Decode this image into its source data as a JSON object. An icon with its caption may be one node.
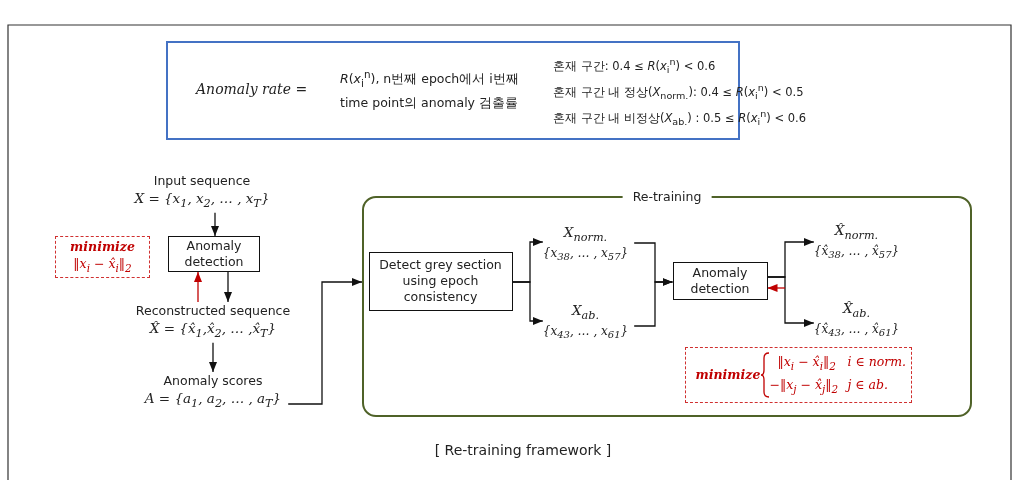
{
  "diagram": {
    "caption": "[ Re-training framework ]",
    "nodes": [
      {
        "text": [
          "Anomaly rate =",
          "*R*(*x*$_{i}$$^{n}$), n번째 epoch에서 i번째 time point의 anomaly 검출률",
          "혼재 구간: 0.4 ≤ *R*(*x*$_{i}$$^{n}$) < 0.6",
          "혼재 구간 내 정상(*X*$_{norm.}$): 0.4 ≤ *R*(*x*$_{i}$$^{n}$) < 0.5",
          "혼재 구간 내 비정상(*X*$_{ab.}$) : 0.5 ≤ *R*(*x*$_{i}$$^{n}$) < 0.6"
        ]
      },
      {
        "text": [
          "Input sequence",
          "X = {x$_{1}$, x$_{2}$, … , x$_{T}$}"
        ]
      },
      {
        "text": [
          "Anomaly detection"
        ]
      },
      {
        "text": [
          "minimize",
          "‖x$_{i}$ − x̂$_{i}$‖$_{2}$"
        ]
      },
      {
        "text": [
          "Reconstructed sequence",
          "X̂ = {x̂$_{1}$,x̂$_{2}$, … ,x̂$_{T}$}"
        ]
      },
      {
        "text": [
          "Anomaly scores",
          "A = {a$_{1}$, a$_{2}$, … , a$_{T}$}"
        ]
      },
      {
        "text": [
          "Re-training"
        ]
      },
      {
        "text": [
          "Detect grey section using epoch consistency"
        ],
        "in": 6
      },
      {
        "text": [
          "X$_{norm.}$",
          "{x$_{38}$, … , x$_{57}$}"
        ],
        "in": 6
      },
      {
        "text": [
          "X$_{ab.}$",
          "{x$_{43}$, … , x$_{61}$}"
        ],
        "in": 6
      },
      {
        "text": [
          "Anomaly detection"
        ],
        "in": 6
      },
      {
        "text": [
          "X̂$_{norm.}$",
          "{x̂$_{38}$, … , x̂$_{57}$}"
        ],
        "in": 6
      },
      {
        "text": [
          "X̂$_{ab.}$",
          "{x̂$_{43}$, … , x̂$_{61}$}"
        ],
        "in": 6
      },
      {
        "text": [
          "minimize",
          "‖x$_{i}$ − x̂$_{i}$‖$_{2}$",
          "i ∈ norm.",
          "−‖x$_{j}$ − x̂$_{j}$‖$_{2}$",
          "j ∈ ab."
        ],
        "in": 6
      }
    ],
    "edges": [
      {
        "from": 1,
        "to": 2,
        "arrow": "to"
      },
      {
        "from": 2,
        "to": 4,
        "arrow": "to"
      },
      {
        "from": 4,
        "to": 2,
        "arrow": "to",
        "color": "#c00000"
      },
      {
        "from": 4,
        "to": 5,
        "arrow": "to"
      },
      {
        "from": 5,
        "to": 6,
        "arrow": "to"
      },
      {
        "from": 7,
        "to": 8,
        "arrow": "to"
      },
      {
        "from": 7,
        "to": 9,
        "arrow": "to"
      },
      {
        "from": 8,
        "to": 10,
        "arrow": "to"
      },
      {
        "from": 9,
        "to": 10,
        "arrow": "to"
      },
      {
        "from": 10,
        "to": 11,
        "arrow": "to"
      },
      {
        "from": 10,
        "to": 12,
        "arrow": "to"
      },
      {
        "from": null,
        "to": 10,
        "arrow": "to",
        "color": "#c00000"
      }
    ]
  }
}
